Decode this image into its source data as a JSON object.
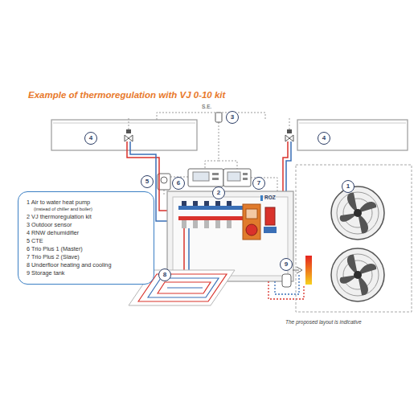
{
  "diagram": {
    "title": "Example of thermoregulation with VJ 0-10 kit",
    "caption": "The proposed layout is indicative",
    "nodes": [
      {
        "text": [
          "3"
        ]
      },
      {
        "text": [
          "4"
        ]
      },
      {
        "text": [
          "4"
        ]
      },
      {
        "text": [
          "1"
        ]
      },
      {
        "text": [
          "5"
        ]
      },
      {
        "text": [
          "6"
        ]
      },
      {
        "text": [
          "2"
        ]
      },
      {
        "text": [
          "7"
        ]
      },
      {
        "text": [
          "1 Air to water heat pump",
          "(instead of chiller and boiler)",
          "2 VJ thermoregulation kit",
          "3 Outdoor sensor",
          "4 RNW dehumidifier",
          "5 CTE",
          "6 Trio Plus 1 (Master)",
          "7 Trio Plus 2 (Slave)",
          "8 Underfloor heating and cooling",
          "9 Storage tank"
        ]
      },
      {
        "text": [
          "9"
        ]
      },
      {
        "text": [
          "8"
        ]
      }
    ],
    "labels": [
      "S.E.",
      "ROZ"
    ]
  }
}
